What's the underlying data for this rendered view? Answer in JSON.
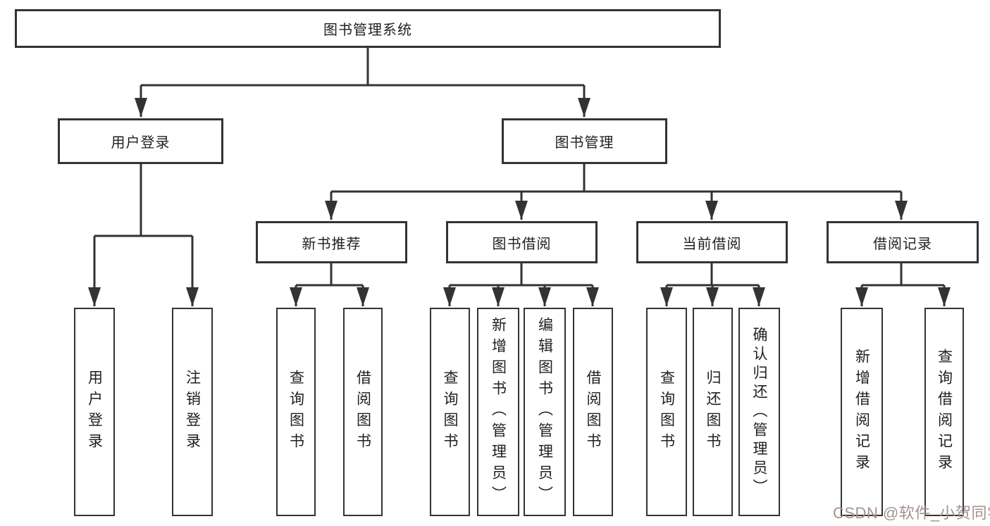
{
  "diagram": {
    "root": "图书管理系统",
    "branches": {
      "user_login": "用户登录",
      "book_mgmt": "图书管理",
      "new_books": "新书推荐",
      "book_borrow": "图书借阅",
      "current_borrow": "当前借阅",
      "borrow_records": "借阅记录"
    },
    "leaves": {
      "user_login": [
        "用户登录",
        "注销登录"
      ],
      "new_books": [
        "查询图书",
        "借阅图书"
      ],
      "book_borrow": [
        "查询图书",
        "新增图书（管理员）",
        "编辑图书（管理员）",
        "借阅图书"
      ],
      "current_borrow": [
        "查询图书",
        "归还图书",
        "确认归还（管理员）"
      ],
      "borrow_records": [
        "新增借阅记录",
        "查询借阅记录"
      ]
    }
  },
  "watermark": {
    "text": "CSDN @软件_小贺同学",
    "color": "#a2928f"
  },
  "colors": {
    "line": "#333333",
    "box_border": "#333333",
    "box_fill": "#ffffff",
    "text": "#1f1f1f",
    "background": "#ffffff"
  }
}
